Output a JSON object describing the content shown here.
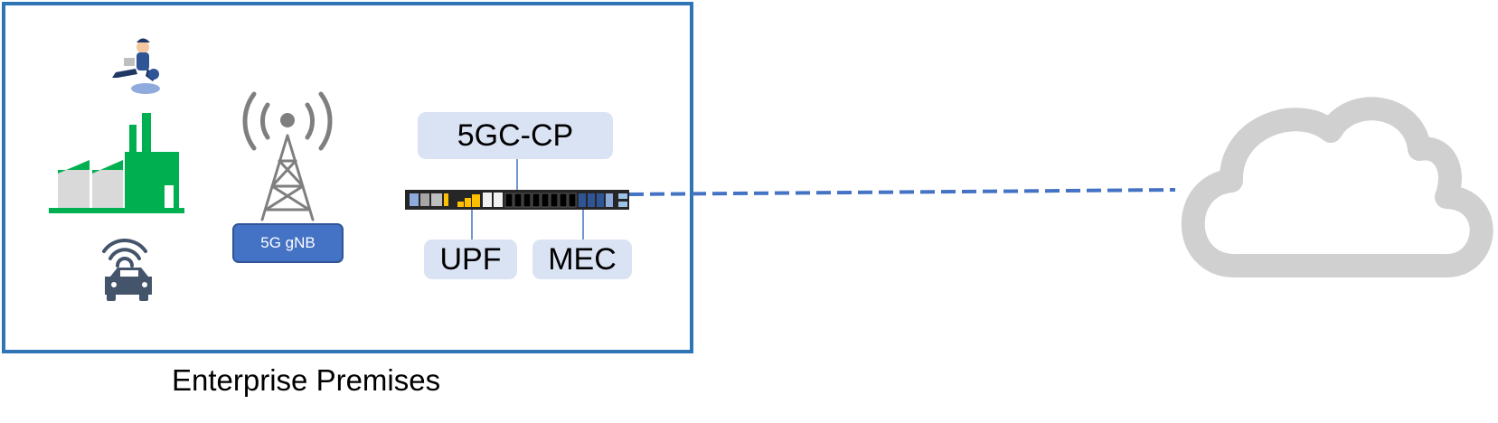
{
  "premises": {
    "label": "Enterprise Premises"
  },
  "gnb": {
    "label": "5G gNB"
  },
  "functions": {
    "cp": "5GC-CP",
    "upf": "UPF",
    "mec": "MEC"
  },
  "icons": [
    "person-icon",
    "factory-icon",
    "connected-car-icon",
    "cell-tower-icon",
    "server-appliance-icon",
    "cloud-icon"
  ],
  "colors": {
    "border": "#2e75b6",
    "gnb": "#4472c4",
    "function_box": "#dae3f3",
    "factory": "#00b050",
    "link": "#4472c4",
    "cloud": "#d0d0d0",
    "tower": "#7f7f7f"
  }
}
